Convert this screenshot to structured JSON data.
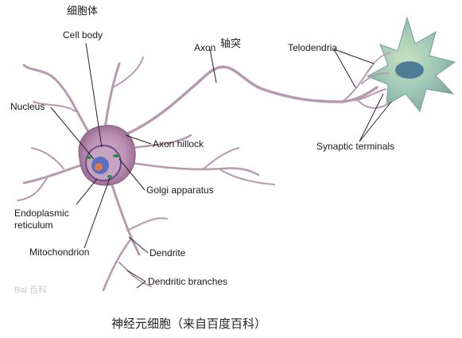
{
  "title_cn": "细胞体",
  "axon_cn": "轴突",
  "labels": {
    "cell_body": "Cell body",
    "axon": "Axon",
    "telodendria": "Telodendria",
    "nucleus": "Nucleus",
    "axon_hillock": "Axon hillock",
    "synaptic_terminals": "Synaptic terminals",
    "golgi": "Golgi apparatus",
    "er_line1": "Endoplasmic",
    "er_line2": "reticulum",
    "mitochondrion": "Mitochondrion",
    "dendrite": "Dendrite",
    "dendritic_branches": "Dendritic branches"
  },
  "caption": "神经元细胞（来自百度百科）",
  "watermark": "Bai 百科",
  "colors": {
    "neuron": "#b98fb0",
    "neuron_dark": "#8c5f85",
    "nucleus": "#5a6fc0",
    "target_cell": "#8fb9a8",
    "target_nucleus": "#3d6b8e"
  }
}
